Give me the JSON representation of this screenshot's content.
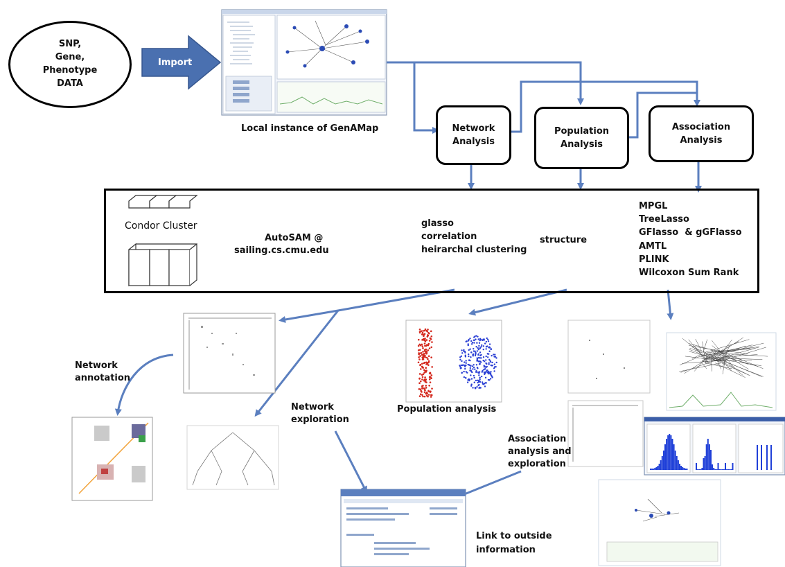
{
  "data_oval": "SNP, Gene, Phenotype DATA",
  "data_lines": [
    "SNP,",
    "Gene,",
    "Phenotype",
    "DATA"
  ],
  "import_label": "Import",
  "genamap_caption": "Local instance of GenAMap",
  "analysis_nodes": {
    "network": [
      "Network",
      "Analysis"
    ],
    "population": [
      "Population",
      "Analysis"
    ],
    "association": [
      "Association",
      "Analysis"
    ]
  },
  "cluster": {
    "name": "Condor Cluster",
    "autosam_line1": "AutoSAM @",
    "autosam_line2": "sailing.cs.cmu.edu",
    "network_methods": [
      "glasso",
      "correlation",
      "heirarchal clustering"
    ],
    "population_methods": [
      "structure"
    ],
    "association_methods": [
      "MPGL",
      "TreeLasso",
      "GFlasso  & gGFlasso",
      "AMTL",
      "PLINK",
      "Wilcoxon Sum Rank"
    ]
  },
  "outputs": {
    "network_annotation": [
      "Network",
      "annotation"
    ],
    "network_exploration": [
      "Network",
      "exploration"
    ],
    "population_analysis": "Population analysis",
    "association_exploration": [
      "Association",
      "analysis and",
      "exploration"
    ],
    "link_outside": [
      "Link to outside",
      "information"
    ]
  },
  "colors": {
    "arrow": "#5b7fbf",
    "import_arrow": "#4a70b0",
    "scatter_red": "#d42a1f",
    "scatter_blue": "#2a3fd4"
  }
}
